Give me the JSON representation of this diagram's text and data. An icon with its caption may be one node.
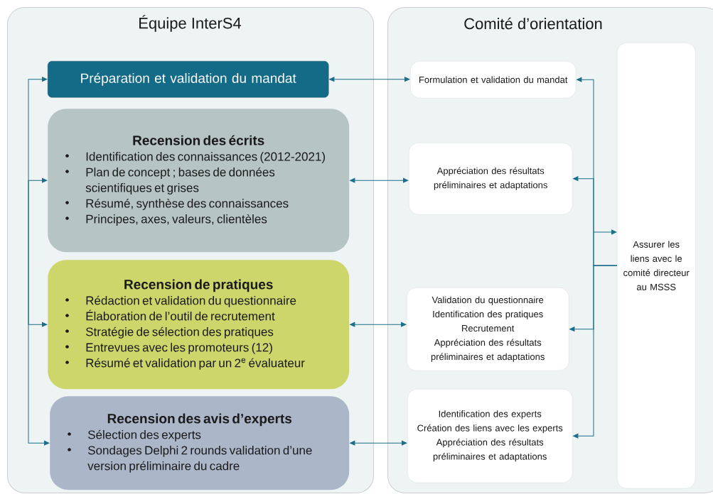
{
  "diagram": {
    "nodes": [
      {
        "text": [
          "Équipe InterS4"
        ]
      },
      {
        "text": [
          "Comité d’orientation"
        ]
      },
      {
        "text": [
          "Préparation et validation du mandat"
        ],
        "in": 0
      },
      {
        "text": [
          "Recension des écrits",
          "Identification des connaissances (2012-2021)",
          "Plan de concept ; bases de données scientifiques et grises",
          "Résumé, synthèse des connaissances",
          "Principes, axes, valeurs, clientèles"
        ],
        "in": 0
      },
      {
        "text": [
          "Recension de pratiques",
          "Rédaction et validation du questionnaire",
          "Élaboration de l’outil de recrutement",
          "Stratégie de sélection des pratiques",
          "Entrevues avec les promoteurs (12)",
          "Résumé et validation par un 2$^{e}$ évaluateur"
        ],
        "in": 0
      },
      {
        "text": [
          "Recension des avis d’experts",
          "Sélection des experts",
          "Sondages Delphi 2 rounds validation d’une version préliminaire du cadre"
        ],
        "in": 0
      },
      {
        "text": [
          "Formulation et validation du mandat"
        ],
        "in": 1
      },
      {
        "text": [
          "Appréciation des résultats préliminaires et adaptations"
        ],
        "in": 1
      },
      {
        "text": [
          "Validation du questionnaire",
          "Identification des pratiques",
          "Recrutement",
          "Appréciation des résultats préliminaires et adaptations"
        ],
        "in": 1
      },
      {
        "text": [
          "Identification des experts",
          "Création des liens avec les experts",
          "Appréciation des résultats préliminaires et adaptations"
        ],
        "in": 1
      },
      {
        "text": [
          "Assurer les liens avec le comité directeur au MSSS"
        ],
        "in": 1
      }
    ],
    "edges": [
      {
        "from": null,
        "to": 2,
        "arrow": "to"
      },
      {
        "from": null,
        "to": 3,
        "arrow": "to"
      },
      {
        "from": null,
        "to": 4,
        "arrow": "to"
      },
      {
        "from": null,
        "to": 5,
        "arrow": "to"
      },
      {
        "from": 2,
        "to": 6,
        "arrow": "both"
      },
      {
        "from": 3,
        "to": 7,
        "arrow": "both"
      },
      {
        "from": 4,
        "to": 8,
        "arrow": "both"
      },
      {
        "from": 5,
        "to": 9,
        "arrow": "both"
      },
      {
        "from": 10,
        "to": 6,
        "arrow": "to"
      },
      {
        "from": 10,
        "to": 7,
        "arrow": "to"
      },
      {
        "from": 10,
        "to": 8,
        "arrow": "to"
      },
      {
        "from": 10,
        "to": 9,
        "arrow": "to"
      },
      {
        "from": null,
        "to": 10,
        "arrow": "to"
      }
    ]
  }
}
